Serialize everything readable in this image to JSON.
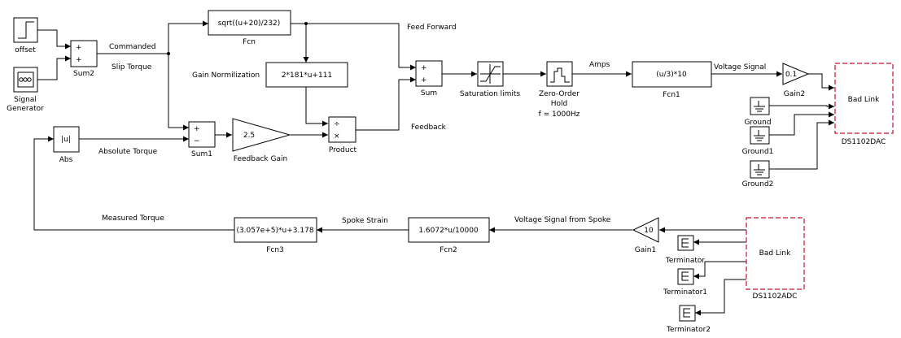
{
  "blocks": {
    "offset": "offset",
    "signal_generator": "Signal\nGenerator",
    "sum2": "Sum2",
    "fcn_expr": "sqrt((u+20)/232)",
    "fcn": "Fcn",
    "gain_norm_expr": "2*181*u+111",
    "sum": "Sum",
    "sum1": "Sum1",
    "abs_expr": "|u|",
    "abs": "Abs",
    "feedback_gain_value": "2.5",
    "feedback_gain": "Feedback Gain",
    "product": "Product",
    "saturation": "Saturation limits",
    "zoh_line1": "Zero-Order",
    "zoh_line2": "Hold",
    "zoh_line3": "f = 1000Hz",
    "fcn1_expr": "(u/3)*10",
    "fcn1": "Fcn1",
    "gain2_value": "0.1",
    "gain2": "Gain2",
    "dac_text": "Bad Link",
    "dac_name": "DS1102DAC",
    "ground": "Ground",
    "ground1": "Ground1",
    "ground2": "Ground2",
    "fcn3_expr": "(3.057e+5)*u+3.178",
    "fcn3": "Fcn3",
    "fcn2_expr": "1.6072*u/10000",
    "fcn2": "Fcn2",
    "gain1_value": "10",
    "gain1": "Gain1",
    "adc_text": "Bad Link",
    "adc_name": "DS1102ADC",
    "terminator": "Terminator",
    "terminator1": "Terminator1",
    "terminator2": "Terminator2"
  },
  "signals": {
    "commanded": "Commanded",
    "slip_torque": "Slip Torque",
    "feed_forward": "Feed Forward",
    "gain_normilization": "Gain Normilization",
    "feedback": "Feedback",
    "absolute_torque": "Absolute Torque",
    "amps": "Amps",
    "voltage_signal": "Voltage Signal",
    "measured_torque": "Measured Torque",
    "spoke_strain": "Spoke Strain",
    "voltage_from_spoke": "Voltage Signal from Spoke"
  },
  "ports": {
    "plus": "+",
    "minus": "−",
    "divide": "÷",
    "times": "×"
  },
  "colors": {
    "line": "#000000",
    "bad_link_border": "#c8102e"
  }
}
